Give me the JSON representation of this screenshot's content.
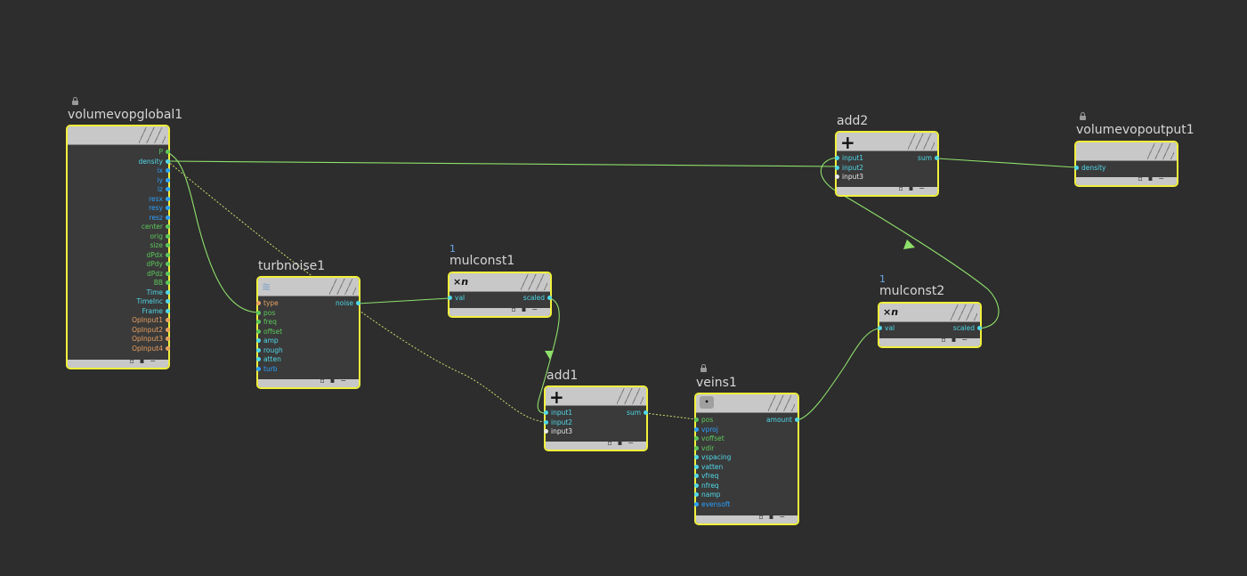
{
  "colors": {
    "background": "#2d2d2d",
    "node_body": "#3a3a3a",
    "node_border_selected": "#f0f03c",
    "node_header": "#c8c8c8",
    "wire": "#8ee06a",
    "port_cyan": "#4fd8e8",
    "port_blue": "#2aa0ff",
    "port_green": "#5bc85b",
    "port_orange": "#e8a060",
    "port_white": "#e8e8e8"
  },
  "nodes": {
    "volumevopglobal1": {
      "title": "volumevopglobal1",
      "icon": "lock-icon",
      "outputs": [
        {
          "label": "P",
          "color": "#5bc85b"
        },
        {
          "label": "density",
          "color": "#4fd8e8"
        },
        {
          "label": "ix",
          "color": "#2aa0ff"
        },
        {
          "label": "iy",
          "color": "#2aa0ff"
        },
        {
          "label": "iz",
          "color": "#2aa0ff"
        },
        {
          "label": "resx",
          "color": "#2aa0ff"
        },
        {
          "label": "resy",
          "color": "#2aa0ff"
        },
        {
          "label": "resz",
          "color": "#2aa0ff"
        },
        {
          "label": "center",
          "color": "#5bc85b"
        },
        {
          "label": "orig",
          "color": "#5bc85b"
        },
        {
          "label": "size",
          "color": "#5bc85b"
        },
        {
          "label": "dPdx",
          "color": "#5bc85b"
        },
        {
          "label": "dPdy",
          "color": "#5bc85b"
        },
        {
          "label": "dPdz",
          "color": "#5bc85b"
        },
        {
          "label": "BB",
          "color": "#5bc85b"
        },
        {
          "label": "Time",
          "color": "#4fd8e8"
        },
        {
          "label": "TimeInc",
          "color": "#4fd8e8"
        },
        {
          "label": "Frame",
          "color": "#4fd8e8"
        },
        {
          "label": "OpInput1",
          "color": "#e8a060"
        },
        {
          "label": "OpInput2",
          "color": "#e8a060"
        },
        {
          "label": "OpInput3",
          "color": "#e8a060"
        },
        {
          "label": "OpInput4",
          "color": "#e8a060"
        }
      ]
    },
    "turbnoise1": {
      "title": "turbnoise1",
      "icon": "noise-icon",
      "inputs": [
        {
          "label": "type",
          "color": "#e8a060"
        },
        {
          "label": "pos",
          "color": "#5bc85b"
        },
        {
          "label": "freq",
          "color": "#5bc85b"
        },
        {
          "label": "offset",
          "color": "#5bc85b"
        },
        {
          "label": "amp",
          "color": "#4fd8e8"
        },
        {
          "label": "rough",
          "color": "#4fd8e8"
        },
        {
          "label": "atten",
          "color": "#4fd8e8"
        },
        {
          "label": "turb",
          "color": "#2aa0ff"
        }
      ],
      "outputs": [
        {
          "label": "noise",
          "color": "#4fd8e8"
        }
      ]
    },
    "mulconst1": {
      "title": "mulconst1",
      "prefix": "1",
      "icon_text": "×n",
      "inputs": [
        {
          "label": "val",
          "color": "#4fd8e8"
        }
      ],
      "outputs": [
        {
          "label": "scaled",
          "color": "#4fd8e8"
        }
      ]
    },
    "add1": {
      "title": "add1",
      "icon_text": "+",
      "inputs": [
        {
          "label": "input1",
          "color": "#4fd8e8"
        },
        {
          "label": "input2",
          "color": "#4fd8e8"
        },
        {
          "label": "input3",
          "color": "#e8e8e8"
        }
      ],
      "outputs": [
        {
          "label": "sum",
          "color": "#4fd8e8"
        }
      ]
    },
    "veins1": {
      "title": "veins1",
      "icon": "lock-icon",
      "inputs": [
        {
          "label": "pos",
          "color": "#5bc85b"
        },
        {
          "label": "vproj",
          "color": "#2aa0ff"
        },
        {
          "label": "voffset",
          "color": "#5bc85b"
        },
        {
          "label": "vdir",
          "color": "#5bc85b"
        },
        {
          "label": "vspacing",
          "color": "#4fd8e8"
        },
        {
          "label": "vatten",
          "color": "#4fd8e8"
        },
        {
          "label": "vfreq",
          "color": "#4fd8e8"
        },
        {
          "label": "nfreq",
          "color": "#4fd8e8"
        },
        {
          "label": "namp",
          "color": "#4fd8e8"
        },
        {
          "label": "evensoft",
          "color": "#2aa0ff"
        }
      ],
      "outputs": [
        {
          "label": "amount",
          "color": "#4fd8e8"
        }
      ]
    },
    "mulconst2": {
      "title": "mulconst2",
      "prefix": "1",
      "icon_text": "×n",
      "inputs": [
        {
          "label": "val",
          "color": "#4fd8e8"
        }
      ],
      "outputs": [
        {
          "label": "scaled",
          "color": "#4fd8e8"
        }
      ]
    },
    "add2": {
      "title": "add2",
      "icon_text": "+",
      "inputs": [
        {
          "label": "input1",
          "color": "#4fd8e8"
        },
        {
          "label": "input2",
          "color": "#4fd8e8"
        },
        {
          "label": "input3",
          "color": "#e8e8e8"
        }
      ],
      "outputs": [
        {
          "label": "sum",
          "color": "#4fd8e8"
        }
      ]
    },
    "volumevopoutput1": {
      "title": "volumevopoutput1",
      "icon": "lock-icon",
      "inputs": [
        {
          "label": "density",
          "color": "#4fd8e8"
        }
      ]
    }
  }
}
